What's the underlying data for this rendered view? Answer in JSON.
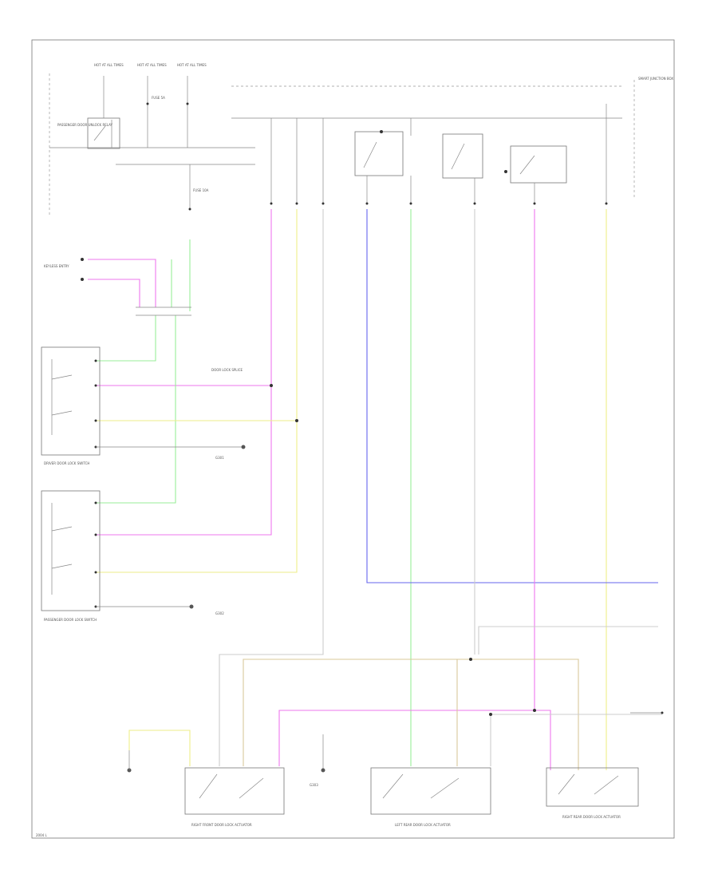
{
  "diagram": {
    "colors": {
      "pink": "#ee77ee",
      "green": "#99ee99",
      "yellow": "#eeee88",
      "blue": "#6666ee",
      "tan": "#d9c89a",
      "gray": "#cccccc",
      "frame": "#777777"
    },
    "labels": {
      "fuse_a": "HOT AT ALL TIMES",
      "fuse_b": "HOT AT ALL TIMES",
      "fuse_c": "HOT AT ALL TIMES",
      "relay": "PASSENGER DOOR UNLOCK RELAY",
      "fuse_small_1": "FUSE 5A",
      "fuse_small_2": "FUSE 10A",
      "top_bus": "SMART JUNCTION BOX",
      "keyless": "KEYLESS ENTRY",
      "driver_switch": "DRIVER DOOR LOCK SWITCH",
      "passenger_switch": "PASSENGER DOOR LOCK SWITCH",
      "splice_1": "DOOR LOCK SPLICE",
      "ground_1": "G301",
      "ground_2": "G302",
      "ground_3": "G303",
      "actuator_rf": "RIGHT FRONT DOOR LOCK ACTUATOR",
      "actuator_lr": "LEFT REAR DOOR LOCK ACTUATOR",
      "actuator_rr": "RIGHT REAR DOOR LOCK ACTUATOR",
      "footer": "2004 L"
    }
  }
}
